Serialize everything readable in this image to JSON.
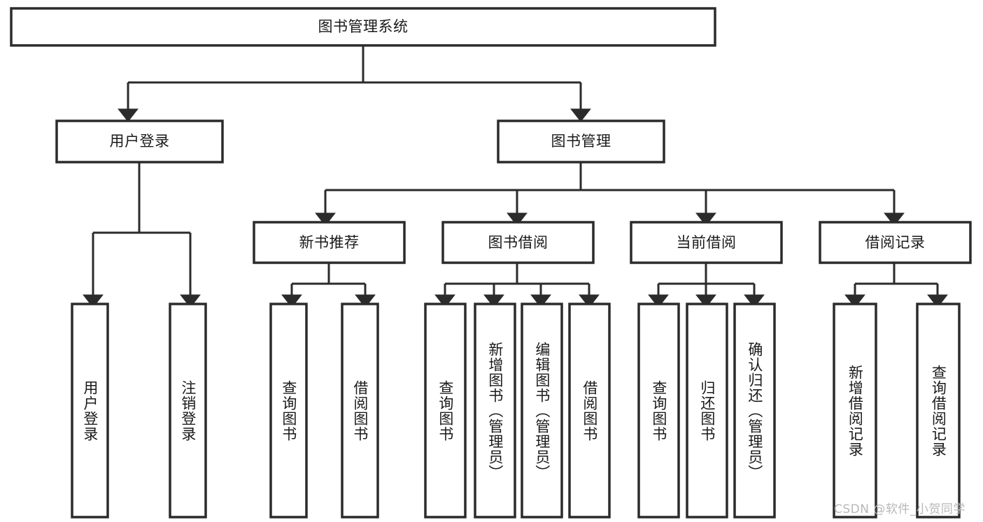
{
  "diagram": {
    "type": "hierarchy-tree",
    "title": "图书管理系统",
    "background_color": "#ffffff",
    "box_border_color": "#2b2b2b",
    "box_fill_color": "#ffffff",
    "connector_color": "#2b2b2b",
    "text_color": "#1a1a1a"
  },
  "root": {
    "label": "图书管理系统"
  },
  "level2": [
    {
      "label": "用户登录"
    },
    {
      "label": "图书管理"
    }
  ],
  "level3": [
    {
      "label": "新书推荐"
    },
    {
      "label": "图书借阅"
    },
    {
      "label": "当前借阅"
    },
    {
      "label": "借阅记录"
    }
  ],
  "leaves": {
    "user_login": [
      {
        "label": "用户登录"
      },
      {
        "label": "注销登录"
      }
    ],
    "new_book_recommend": [
      {
        "label": "查询图书"
      },
      {
        "label": "借阅图书"
      }
    ],
    "book_borrow": [
      {
        "label": "查询图书"
      },
      {
        "label": "新增图书（管理员）"
      },
      {
        "label": "编辑图书（管理员）"
      },
      {
        "label": "借阅图书"
      }
    ],
    "current_borrow": [
      {
        "label": "查询图书"
      },
      {
        "label": "归还图书"
      },
      {
        "label": "确认归还（管理员）"
      }
    ],
    "borrow_records": [
      {
        "label": "新增借阅记录"
      },
      {
        "label": "查询借阅记录"
      }
    ]
  },
  "watermark": {
    "text": "CSDN @软件_小贺同学"
  }
}
